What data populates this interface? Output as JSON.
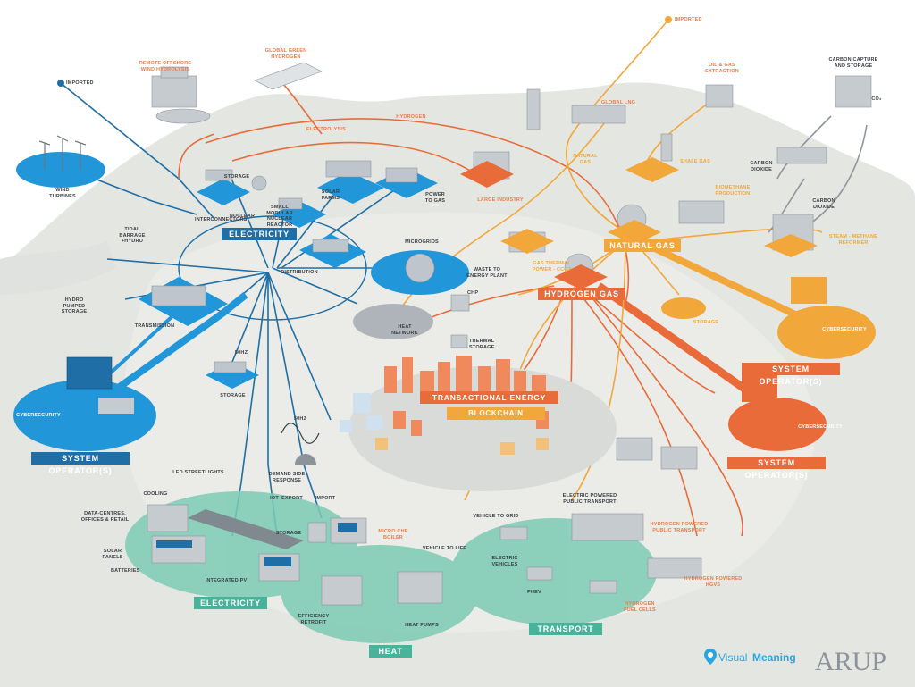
{
  "hubs": {
    "electricity_top": "ELECTRICITY",
    "natural_gas": "NATURAL GAS",
    "hydrogen_gas": "HYDROGEN GAS",
    "electricity_bottom": "ELECTRICITY",
    "heat": "HEAT",
    "transport": "TRANSPORT",
    "system_operator_left": "SYSTEM OPERATOR(S)",
    "system_operator_right_top": "SYSTEM OPERATOR(S)",
    "system_operator_right_bottom": "SYSTEM OPERATOR(S)"
  },
  "center": {
    "transactional_energy": "TRANSACTIONAL ENERGY",
    "blockchain": "BLOCKCHAIN"
  },
  "labels": {
    "imported_left": "IMPORTED",
    "imported_top": "IMPORTED",
    "remote_offshore": "REMOTE OFFSHORE\nWIND HYDROLYSIS",
    "global_green_hydrogen": "GLOBAL GREEN\nHYDROGEN",
    "hydrogen_line": "HYDROGEN",
    "electrolysis": "ELECTROLYSIS",
    "oil_gas_extraction": "OIL & GAS\nEXTRACTION",
    "global_lng": "GLOBAL LNG",
    "carbon_capture": "CARBON CAPTURE\nAND STORAGE",
    "co2": "CO₂",
    "wind_turbines": "WIND\nTURBINES",
    "storage_top": "STORAGE",
    "solar_farms": "SOLAR\nFARMS",
    "power_to_gas": "POWER\nTO GAS",
    "natural_gas_line": "NATURAL\nGAS",
    "shale_gas": "SHALE GAS",
    "carbon_dioxide_1": "CARBON\nDIOXIDE",
    "carbon_dioxide_2": "CARBON\nDIOXIDE",
    "tidal_barrage": "TIDAL\nBARRAGE\n+HYDRO",
    "interconnectors": "INTERCONNECTORS",
    "nuclear": "NUCLEAR",
    "small_modular": "SMALL\nMODULAR\nNUCLEAR\nREACTOR",
    "large_industry": "LARGE INDUSTRY",
    "biomethane": "BIOMETHANE\nPRODUCTION",
    "steam_methane": "STEAM - METHANE\nREFORMER",
    "microgrids": "MICROGRIDS",
    "distribution": "DISTRIBUTION",
    "waste_to_energy": "WASTE TO\nENERGY PLANT",
    "gas_thermal": "GAS THERMAL\nPOWER - CCGT",
    "hydro_pumped": "HYDRO\nPUMPED\nSTORAGE",
    "chp": "CHP",
    "storage_mid": "STORAGE",
    "transmission": "TRANSMISSION",
    "heat_network": "HEAT\nNETWORK",
    "thermal_storage": "THERMAL\nSTORAGE",
    "cybersecurity_left": "CYBERSECURITY",
    "cybersecurity_r1": "CYBERSECURITY",
    "cybersecurity_r2": "CYBERSECURITY",
    "storage_low": "STORAGE",
    "freq_1": "50Hz",
    "freq_2": "50Hz",
    "led_streetlights": "LED STREETLIGHTS",
    "demand_side": "DEMAND SIDE\nRESPONSE",
    "iot": "IOT",
    "export": "EXPORT",
    "import": "IMPORT",
    "cooling": "COOLING",
    "data_centres": "DATA-CENTRES,\nOFFICES & RETAIL",
    "solar_panels": "SOLAR PANELS",
    "batteries": "BATTERIES",
    "storage_home": "STORAGE",
    "micro_chp": "MICRO CHP\nBOILER",
    "vehicle_to_grid": "VEHICLE TO GRID",
    "electric_public": "ELECTRIC POWERED\nPUBLIC TRANSPORT",
    "hydrogen_public": "HYDROGEN POWERED\nPUBLIC TRANSPORT",
    "vehicle_to_life": "VEHICLE TO LIFE",
    "electric_vehicles": "ELECTRIC\nVEHICLES",
    "integrated_pv": "INTEGRATED PV",
    "efficiency_retrofit": "EFFICIENCY\nRETROFIT",
    "heat_pumps": "HEAT PUMPS",
    "phev": "PHEV",
    "hydrogen_hgvs": "HYDROGEN POWERED\nHGVS",
    "hydrogen_fuel_cells": "HYDROGEN\nFUEL CELLS"
  },
  "brand": {
    "visual": "Visual",
    "meaning": "Meaning",
    "arup": "ARUP"
  },
  "colors": {
    "electricity": "#2196d8",
    "electricity_dark": "#1f6ea6",
    "hydrogen": "#e96b3a",
    "natural_gas": "#f2a73b",
    "local": "#7ccbb4",
    "land": "#e3e5e0"
  }
}
